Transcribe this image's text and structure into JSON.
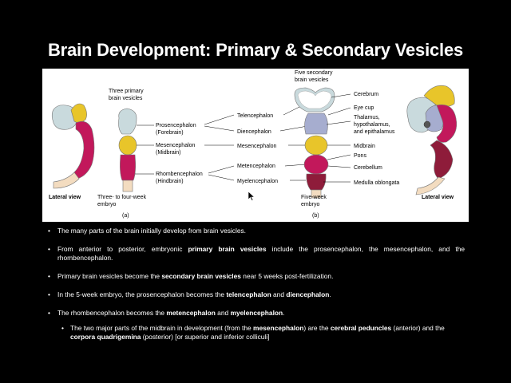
{
  "slide": {
    "title": "Brain Development: Primary & Secondary Vesicles"
  },
  "figure": {
    "left_caption_top": [
      "Three primary",
      "brain vesicles"
    ],
    "right_caption_top": [
      "Five secondary",
      "brain vesicles"
    ],
    "primary": [
      {
        "name": "Prosencephalon",
        "sub": "(Forebrain)"
      },
      {
        "name": "Mesencephalon",
        "sub": "(Midbrain)"
      },
      {
        "name": "Rhombencephalon",
        "sub": "(Hindbrain)"
      }
    ],
    "secondary": [
      "Telencephalon",
      "Diencephalon",
      "Mesencephalon",
      "Metencephalon",
      "Myelencephalon"
    ],
    "adult": [
      "Cerebrum",
      "Eye cup",
      "Thalamus,",
      "hypothalamus,",
      "and epithalamus",
      "Midbrain",
      "Pons",
      "Cerebellum",
      "Medulla oblongata"
    ],
    "lateral_view_left": "Lateral view",
    "lateral_view_right": "Lateral view",
    "age_a": [
      "Three- to four-week",
      "embryo"
    ],
    "age_b": [
      "Five-week",
      "embryo"
    ],
    "label_a": "(a)",
    "label_b": "(b)",
    "colors": {
      "forebrain": "#c9dadd",
      "diencephalon": "#a6adcf",
      "midbrain": "#e8c52a",
      "metencephalon": "#c2185b",
      "myelencephalon": "#8e1c3a",
      "spinal": "#f3dcc0"
    }
  },
  "bullets": {
    "b1": "The many parts of the brain initially develop from brain vesicles.",
    "b2_a": "From anterior to posterior, embryonic ",
    "b2_b": "primary brain vesicles",
    "b2_c": " include the prosencephalon, the mesencephalon, and the rhombencephalon.",
    "b3_a": "Primary brain vesicles become the ",
    "b3_b": "secondary brain vesicles",
    "b3_c": " near 5 weeks post-fertilization.",
    "b4_a": "In the 5-week embryo, the prosencephalon becomes the ",
    "b4_b": "telencephalon",
    "b4_c": " and ",
    "b4_d": "diencephalon",
    "b4_e": ".",
    "b5_a": "The rhombencephalon becomes the ",
    "b5_b": "metencephalon",
    "b5_c": " and ",
    "b5_d": "myelencephalon",
    "b5_e": ".",
    "s1_a": "The two major parts of the midbrain in development (from the ",
    "s1_b": "mesencephalon",
    "s1_c": ") are the ",
    "s1_d": "cerebral peduncles",
    "s1_e": " (anterior) and the ",
    "s1_f": "corpora quadrigemina",
    "s1_g": " (posterior) [or superior and inferior colliculi]"
  }
}
